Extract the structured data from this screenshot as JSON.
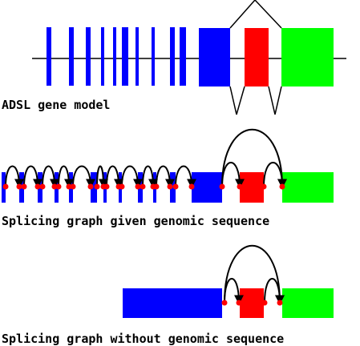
{
  "colors": {
    "exon_blue": "#0000ff",
    "exon_red": "#ff0000",
    "exon_green": "#00ff00",
    "line": "#000000",
    "node": "#ff0000",
    "background": "#ffffff"
  },
  "panels": {
    "gene_model": {
      "caption": "ADSL gene model"
    },
    "graph_genomic": {
      "caption": "Splicing graph given genomic sequence"
    },
    "graph_no_genomic": {
      "caption": "Splicing graph without genomic sequence"
    }
  }
}
